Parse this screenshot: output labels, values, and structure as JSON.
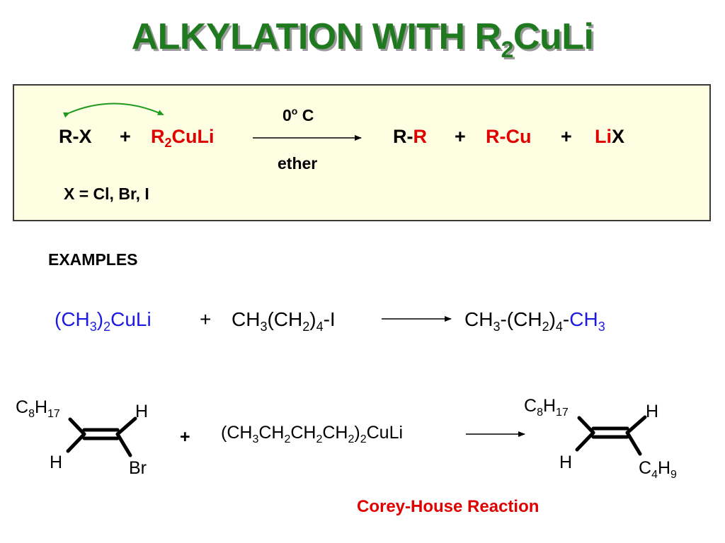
{
  "title": {
    "main": "ALKYLATION WITH R",
    "sub": "2",
    "tail": "CuLi"
  },
  "general": {
    "rx": "R-X",
    "plus": "+",
    "reagent_r": "R",
    "reagent_sub": "2",
    "reagent_tail": "CuLi",
    "temp_value": "0",
    "temp_sup": "o",
    "temp_unit": " C",
    "solvent": "ether",
    "prod_r1": "R-",
    "prod_r2": "R",
    "prod_rcu": "R-Cu",
    "prod_li": "Li",
    "prod_x": "X",
    "x_note": "X = Cl, Br, I"
  },
  "examples_label": "EXAMPLES",
  "example1": {
    "reagent": [
      "(CH",
      "3",
      ")",
      "2",
      "CuLi"
    ],
    "plus": "+",
    "substrate": [
      "CH",
      "3",
      "(CH",
      "2",
      ")",
      "4",
      "-I"
    ],
    "product_black": [
      "CH",
      "3",
      "-(CH",
      "2",
      ")",
      "4",
      "-"
    ],
    "product_blue": [
      "CH",
      "3"
    ]
  },
  "example2": {
    "left_top": [
      "C",
      "8",
      "H",
      "17"
    ],
    "left_h_top": "H",
    "left_h_bottom": "H",
    "left_br": "Br",
    "plus": "+",
    "reagent": [
      "(CH",
      "3",
      "CH",
      "2",
      "CH",
      "2",
      "CH",
      "2",
      ")",
      "2",
      "CuLi"
    ],
    "right_top": [
      "C",
      "8",
      "H",
      "17"
    ],
    "right_h_top": "H",
    "right_h_bottom": "H",
    "right_c4h9": [
      "C",
      "4",
      "H",
      "9"
    ]
  },
  "reaction_name": "Corey-House Reaction",
  "colors": {
    "title_green": "#1f7a1f",
    "red": "#e00000",
    "blue": "#1d1ae0",
    "box_fill": "#fefee3",
    "curved_arrow_green": "#1e9a1e"
  }
}
